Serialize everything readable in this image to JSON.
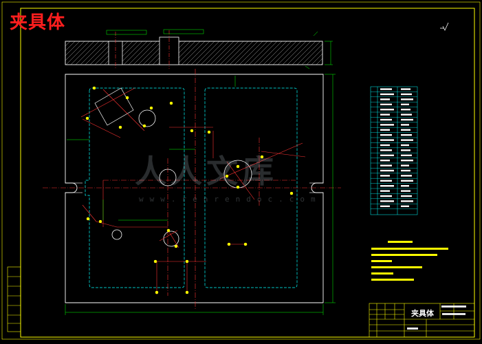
{
  "drawing": {
    "title": "夹具体",
    "titleblock_name": "夹具体",
    "watermark": "人人文库",
    "watermark_url": "www.renrendoc.com",
    "colors": {
      "background": "#000000",
      "frame": "#ffff00",
      "outline": "#ffffff",
      "cavity": "#00ffff",
      "centerline": "#ff3333",
      "dimension": "#00ff00",
      "title": "#ff1e1e"
    }
  }
}
